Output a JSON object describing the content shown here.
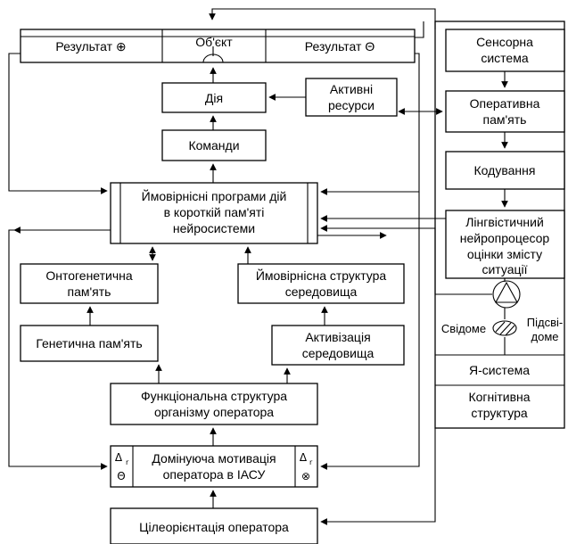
{
  "nodes": {
    "result_plus": "Результат ⊕",
    "object": "Об'єкт",
    "result_minus": "Результат Θ",
    "action": "Дія",
    "active_resources": [
      "Активні",
      "ресурси"
    ],
    "commands": "Команди",
    "programs": [
      "Ймовірнісні програми дій",
      "в короткій пам'яті",
      "нейросистеми"
    ],
    "ontogenetic_memory": [
      "Онтогенетична",
      "пам'ять"
    ],
    "env_structure": [
      "Ймовірнісна структура",
      "середовища"
    ],
    "genetic_memory": "Генетична пам'ять",
    "env_activation": [
      "Активізація",
      "середовища"
    ],
    "functional_structure": [
      "Функціональна структура",
      "організму оператора"
    ],
    "dominant_motivation": [
      "Домінуюча мотивація",
      "оператора в ІАСУ"
    ],
    "goal_orientation": "Цілеорієнтація оператора",
    "sensory_system": [
      "Сенсорна",
      "система"
    ],
    "operative_memory": [
      "Оперативна",
      "пам'ять"
    ],
    "coding": "Кодування",
    "linguistic_neuroprocessor": [
      "Лінгвістичний",
      "нейропроцесор",
      "оцінки змісту",
      "ситуації"
    ],
    "conscious": "Свідоме",
    "subconscious": [
      "Підсві-",
      "доме"
    ],
    "self_system": "Я-система",
    "cognitive_structure": [
      "Когнітивна",
      "структура"
    ]
  },
  "symbols": {
    "delta_left": "Δ",
    "delta_left_sub": "r",
    "minus_left": "Θ",
    "delta_right": "Δ",
    "delta_right_sub": "r",
    "otimes_right": "⊗"
  }
}
